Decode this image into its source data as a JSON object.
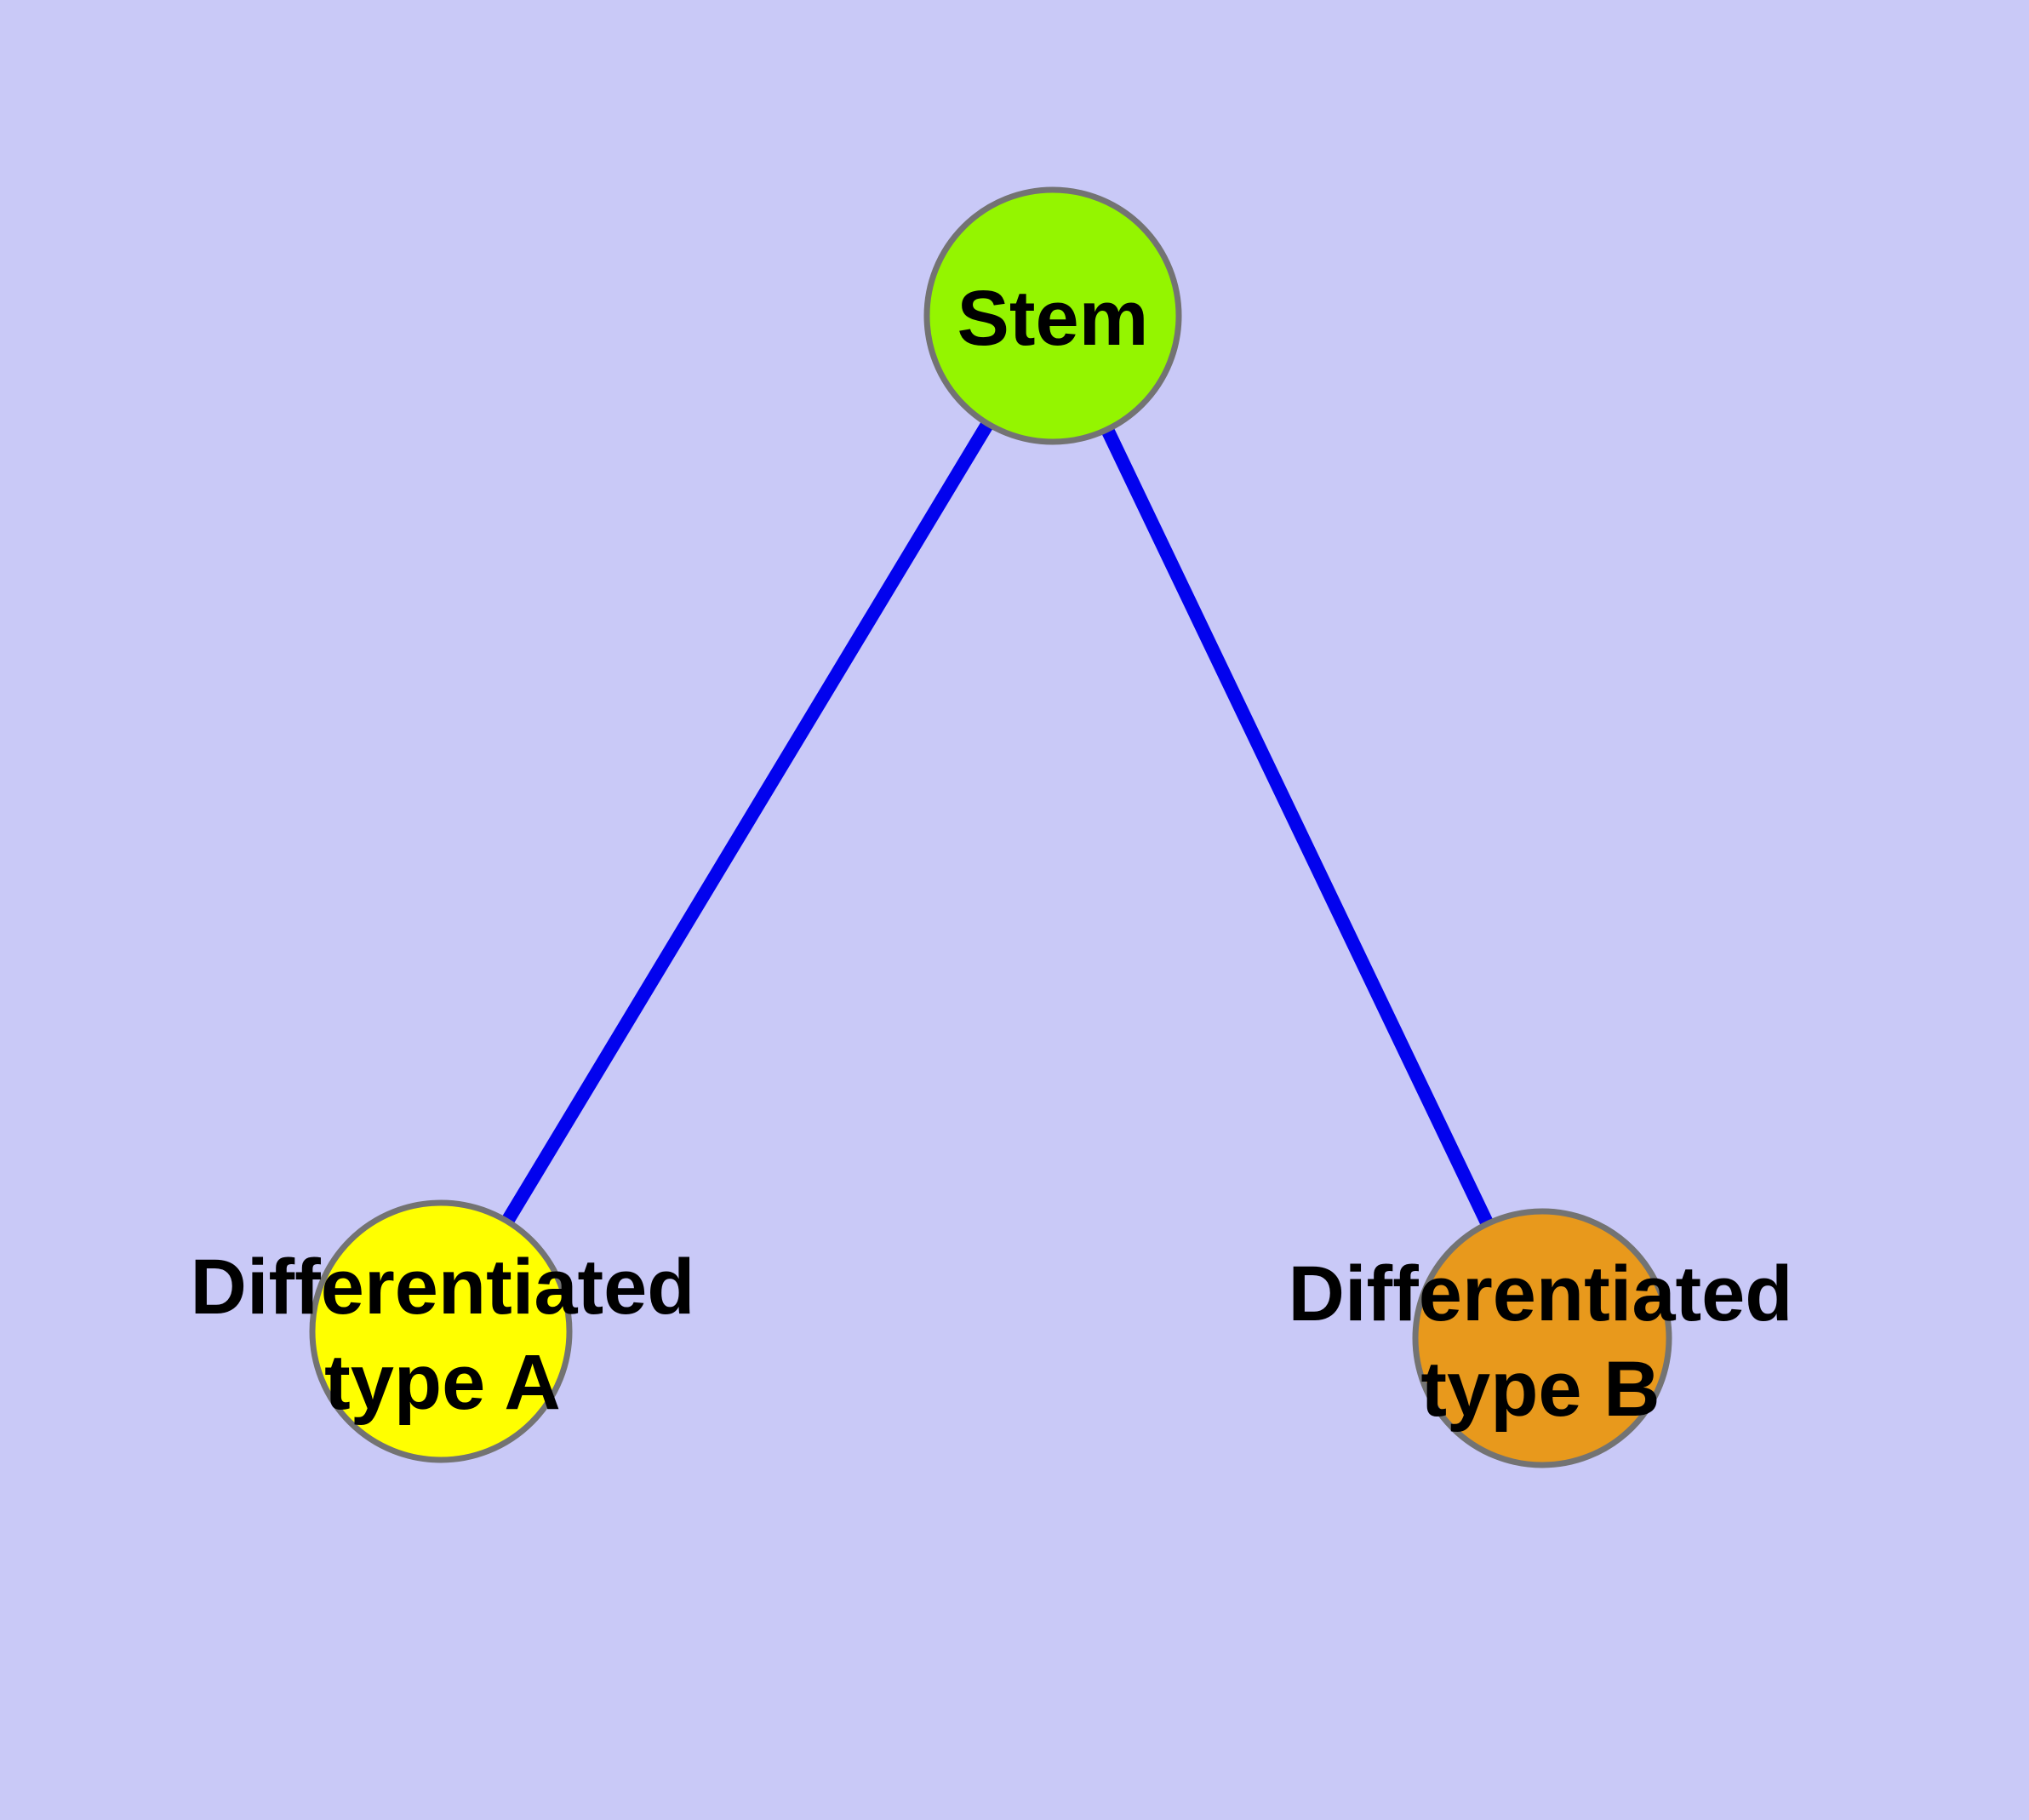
{
  "diagram": {
    "background_color": "#C9C9F7",
    "edge_color": "#0202EE",
    "node_border_color": "#737373",
    "label_color": "#000000",
    "nodes": [
      {
        "id": "stem",
        "lines": [
          "Stem"
        ],
        "fill": "#94F500"
      },
      {
        "id": "differentiated-type-a",
        "lines": [
          "Differentiated",
          "type A"
        ],
        "fill": "#FFFF00"
      },
      {
        "id": "differentiated-type-b",
        "lines": [
          "Differentiated",
          "type B"
        ],
        "fill": "#E8991C"
      }
    ],
    "edges": [
      {
        "id": "stem-to-differentiated-type-a",
        "from": "stem",
        "to": "differentiated-type-a"
      },
      {
        "id": "stem-to-differentiated-type-b",
        "from": "stem",
        "to": "differentiated-type-b"
      }
    ]
  }
}
